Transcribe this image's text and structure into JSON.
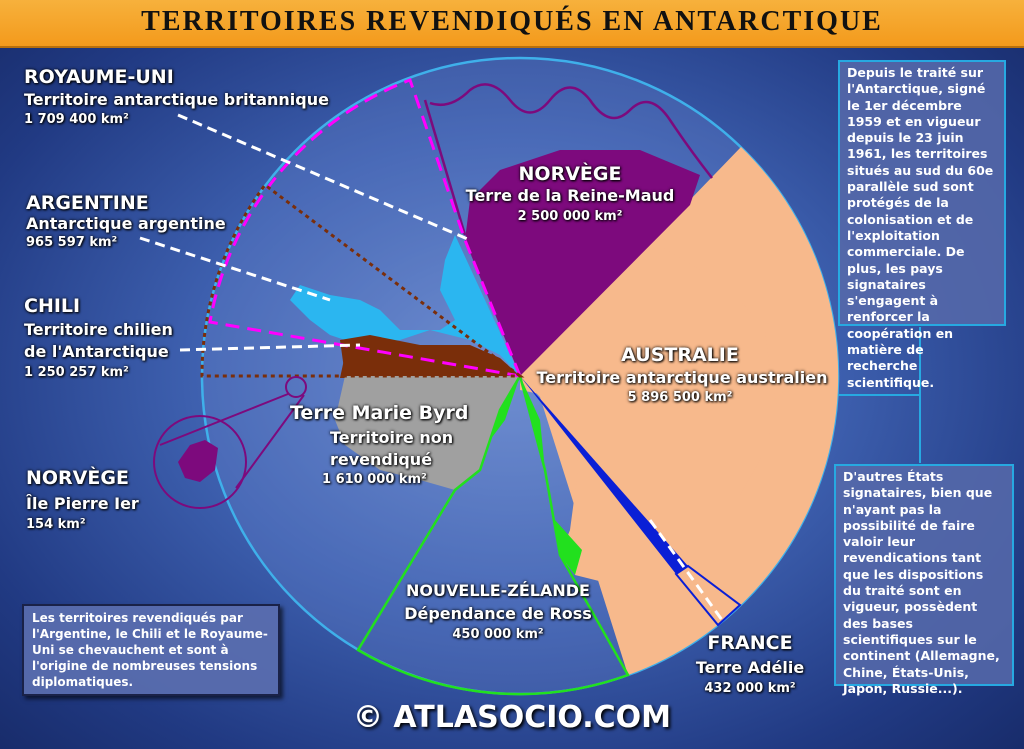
{
  "title": "TERRITOIRES REVENDIQUÉS EN ANTARCTIQUE",
  "territories": {
    "uk": {
      "country": "ROYAUME-UNI",
      "name": "Territoire antarctique britannique",
      "area": "1 709 400 km²"
    },
    "argentina": {
      "country": "ARGENTINE",
      "name": "Antarctique argentine",
      "area": "965 597 km²"
    },
    "chile": {
      "country": "CHILI",
      "name_line1": "Territoire chilien",
      "name_line2": "de l'Antarctique",
      "area": "1 250 257 km²"
    },
    "norway_island": {
      "country": "NORVÈGE",
      "name": "Île Pierre Ier",
      "area": "154 km²"
    },
    "norway": {
      "country": "NORVÈGE",
      "name": "Terre de la Reine-Maud",
      "area": "2 500 000 km²"
    },
    "australia": {
      "country": "AUSTRALIE",
      "name": "Territoire antarctique australien",
      "area": "5 896 500 km²"
    },
    "marie_byrd": {
      "name": "Terre Marie Byrd",
      "status_line1": "Territoire non",
      "status_line2": "revendiqué",
      "area": "1 610 000 km²"
    },
    "new_zealand": {
      "country": "NOUVELLE-ZÉLANDE",
      "name": "Dépendance de Ross",
      "area": "450 000 km²"
    },
    "france": {
      "country": "FRANCE",
      "name": "Terre Adélie",
      "area": "432 000 km²"
    }
  },
  "info_treaty": "Depuis le traité sur l'Antarctique, signé le 1er décembre 1959 et en vigueur depuis le 23 juin 1961, les territoires situés au sud du 60e parallèle sud sont protégés de la colonisation et de l'exploitation commerciale. De plus, les pays signataires s'engagent à renforcer la coopération en matière de recherche scientifique.",
  "info_states": "D'autres États signataires, bien que n'ayant pas la possibilité de faire valoir leur revendications tant que les dispositions du traité sont en vigueur, possèdent des bases scientifiques sur le continent (Allemagne, Chine, États-Unis, Japon, Russie...).",
  "note_overlap": "Les territoires revendiqués par l'Argentine, le Chili et le Royaume-Uni se chevauchent et sont à l'origine de nombreuses tensions diplomatiques.",
  "copyright": "© ATLASOCIO.COM",
  "colors": {
    "australia": "#f7b98c",
    "norway": "#7d0a7d",
    "new_zealand": "#22e01e",
    "france": "#0a1fd6",
    "unclaimed": "#a0a0a0",
    "chile": "#7a2e0a",
    "uk_argentina": "#2bb6f0",
    "uk_border": "#ff00ff",
    "circle": "#3fb0ea",
    "title_bar": "#f6a52b"
  }
}
